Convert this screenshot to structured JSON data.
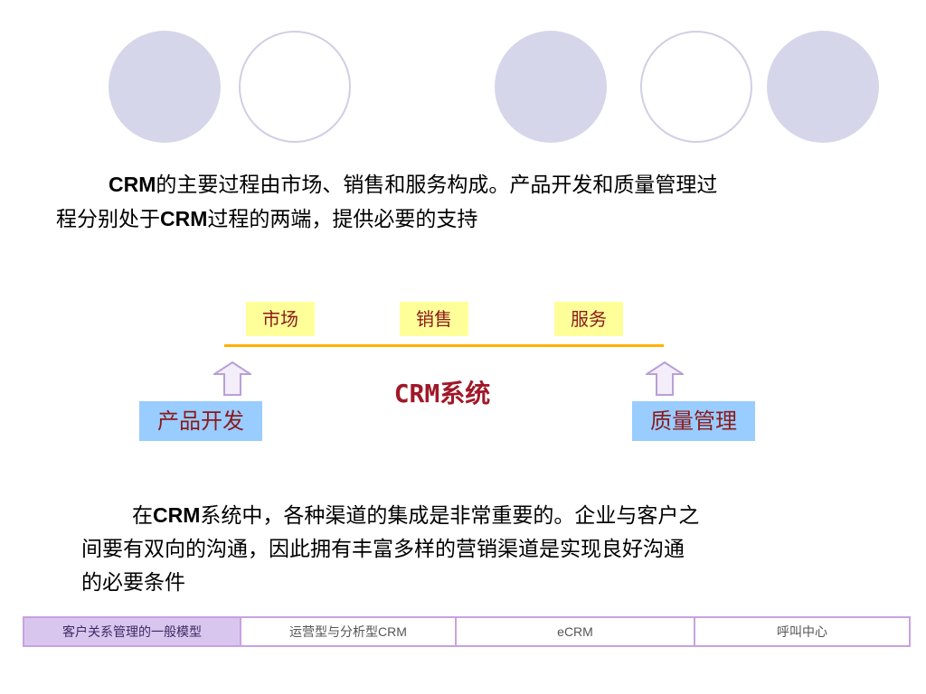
{
  "decor": {
    "circles": [
      "filled",
      "outline",
      "filled",
      "outline",
      "filled"
    ]
  },
  "intro": {
    "line1_prefix": "CRM",
    "line1_rest": "的主要过程由市场、销售和服务构成。产品开发和质量管理过",
    "line2_prefix": "程分别处于",
    "line2_bold": "CRM",
    "line2_rest": "过程的两端，提供必要的支持"
  },
  "diagram": {
    "top_labels": [
      "市场",
      "销售",
      "服务"
    ],
    "center_label": "CRM系统",
    "left_label": "产品开发",
    "right_label": "质量管理",
    "colors": {
      "top_fill": "#ffff99",
      "side_fill": "#99ccff",
      "line": "#ffb000",
      "text": "#8b1a1a",
      "center_text": "#a01828",
      "arrow_fill": "#f3eef9",
      "arrow_stroke": "#b8a0d8"
    }
  },
  "body": {
    "line1_prefix": "在",
    "line1_bold": "CRM",
    "line1_rest": "系统中，各种渠道的集成是非常重要的。企业与客户之",
    "line2": "间要有双向的沟通，因此拥有丰富多样的营销渠道是实现良好沟通",
    "line3": "的必要条件"
  },
  "tabs": [
    {
      "label": "客户关系管理的一般模型",
      "active": true
    },
    {
      "label": "运营型与分析型CRM",
      "active": false
    },
    {
      "label": "eCRM",
      "active": false
    },
    {
      "label": "呼叫中心",
      "active": false
    }
  ],
  "theme": {
    "circle_fill": "#d6d6ea",
    "circle_outline": "#cfcfe6",
    "tab_border": "#c8a2e0",
    "tab_active_bg": "#d9c6ef"
  }
}
